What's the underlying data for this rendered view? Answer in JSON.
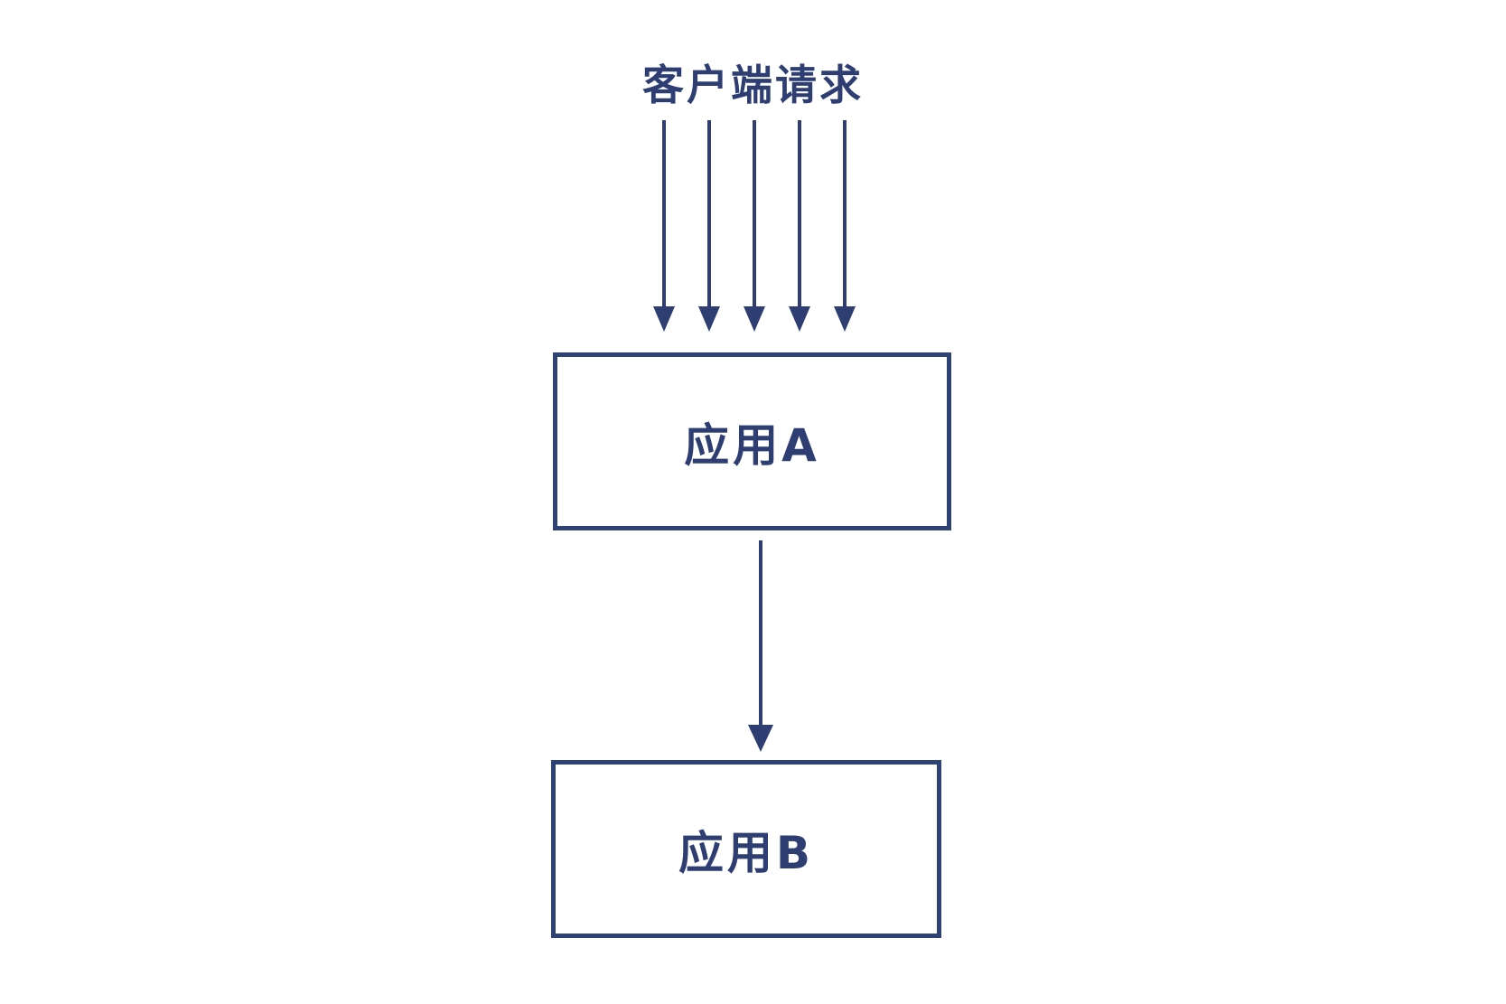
{
  "diagram": {
    "title": "客户端请求",
    "request_arrows": {
      "count": 5,
      "direction": "down"
    },
    "boxes": [
      {
        "id": "app-a",
        "label": "应用A"
      },
      {
        "id": "app-b",
        "label": "应用B"
      }
    ],
    "links": [
      {
        "from": "app-a",
        "to": "app-b",
        "direction": "down"
      }
    ],
    "colors": {
      "ink": "#2e3e72",
      "box_border": "#2e4374",
      "background": "#ffffff"
    }
  }
}
